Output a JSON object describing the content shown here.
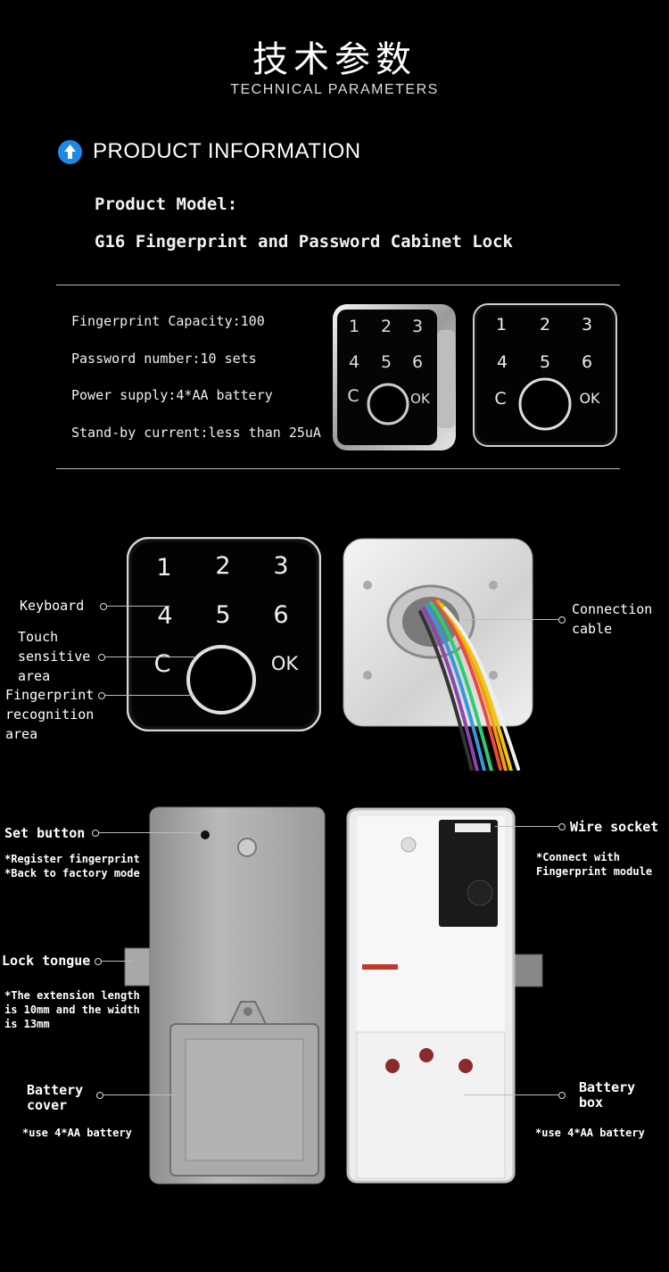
{
  "header": {
    "title_cn": "技术参数",
    "title_en": "TECHNICAL PARAMETERS"
  },
  "section": {
    "icon": "arrow-up-circle-icon",
    "title": "PRODUCT INFORMATION",
    "accent": "#1e88e5"
  },
  "model": {
    "label": "Product Model:",
    "name": "G16 Fingerprint and Password Cabinet Lock"
  },
  "specs": [
    "Fingerprint Capacity:100",
    "Password number:10 sets",
    "Power supply:4*AA battery",
    "Stand-by current:less than 25uA"
  ],
  "keypad": {
    "keys": [
      "1",
      "2",
      "3",
      "4",
      "5",
      "6",
      "C",
      "OK"
    ]
  },
  "callouts": {
    "keyboard": "Keyboard",
    "touch": [
      "Touch",
      "sensitive",
      "area"
    ],
    "fingerprint": [
      "Fingerprint",
      "recognition",
      "area"
    ],
    "cable": [
      "Connection",
      "cable"
    ],
    "set_button": "Set button",
    "set_notes": [
      "*Register fingerprint",
      "*Back to factory mode"
    ],
    "lock_tongue": "Lock tongue",
    "tongue_notes": [
      "*The extension length",
      "is 10mm and the width",
      "is 13mm"
    ],
    "battery_cover": [
      "Battery",
      "cover"
    ],
    "battery_cover_note": "*use 4*AA battery",
    "wire_socket": "Wire socket",
    "socket_notes": [
      "*Connect with",
      "Fingerprint module"
    ],
    "battery_box": [
      "Battery",
      "box"
    ],
    "battery_box_note": "*use 4*AA battery"
  }
}
